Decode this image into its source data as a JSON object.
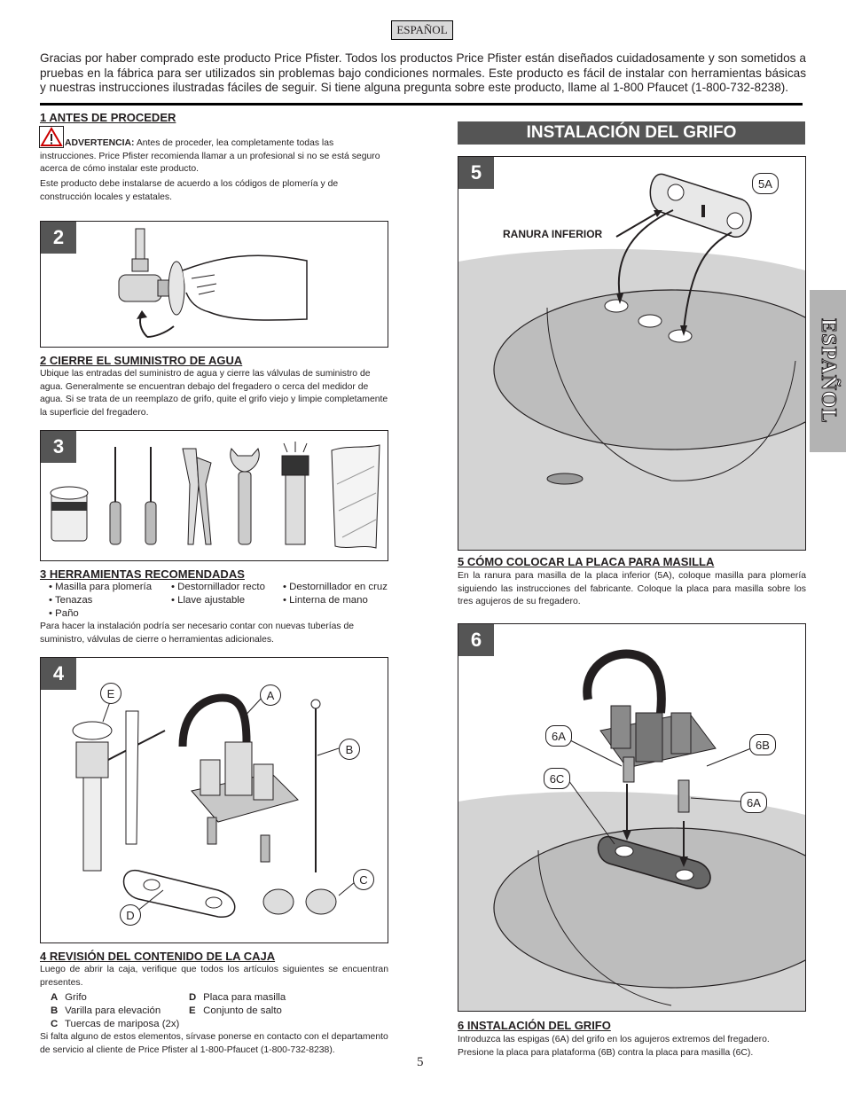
{
  "header": {
    "lang_tag": "ESPAÑOL"
  },
  "intro": "Gracias por haber comprado este producto Price Pfister. Todos los productos Price Pfister están diseñados cuidadosamente y son sometidos a pruebas en la fábrica para ser utilizados sin problemas bajo condiciones normales. Este producto es fácil de instalar con herramientas básicas y nuestras instrucciones ilustradas fáciles de seguir. Si tiene alguna pregunta sobre este producto, llame al 1-800 Pfaucet (1-800-732-8238).",
  "side_tab": "ESPAÑOL",
  "section1": {
    "title": "1  ANTES DE PROCEDER",
    "warning_label": "ADVERTENCIA:",
    "warning_text": " Antes de proceder, lea completamente todas las instrucciones. Price Pfister recomienda llamar a un profesional si no se está seguro acerca de cómo instalar este producto.",
    "code_text": "Este producto debe instalarse de acuerdo a los códigos de plomería y de construcción locales y estatales."
  },
  "section2": {
    "badge": "2",
    "title": "2  CIERRE EL SUMINISTRO DE AGUA",
    "text": "Ubique las entradas del suministro de agua y cierre las válvulas de suministro de agua. Generalmente se encuentran debajo del fregadero o cerca del medidor de agua. Si se trata de un reemplazo de grifo, quite el grifo viejo y limpie completamente la superficie del fregadero."
  },
  "section3": {
    "badge": "3",
    "title": "3  HERRAMIENTAS RECOMENDADAS",
    "tools": [
      [
        "• Masilla para plomería",
        "• Destornillador recto",
        "• Destornillador en cruz"
      ],
      [
        "• Tenazas",
        "• Llave ajustable",
        "• Linterna de mano"
      ],
      [
        "• Paño",
        "",
        ""
      ]
    ],
    "note": "Para hacer la instalación podría ser necesario contar con nuevas tuberías de suministro, válvulas de cierre o herramientas adicionales."
  },
  "section4": {
    "badge": "4",
    "title": "4  REVISIÓN DEL CONTENIDO DE LA CAJA",
    "text": "Luego de abrir la caja, verifique que todos los artículos siguientes se encuentran presentes.",
    "parts": [
      [
        {
          "k": "A",
          "v": "Grifo"
        },
        {
          "k": "D",
          "v": "Placa para masilla"
        }
      ],
      [
        {
          "k": "B",
          "v": "Varilla para elevación"
        },
        {
          "k": "E",
          "v": "Conjunto de salto"
        }
      ],
      [
        {
          "k": "C",
          "v": "Tuercas de mariposa (2x)"
        },
        {
          "k": "",
          "v": ""
        }
      ]
    ],
    "footer": "Si falta alguno de estos elementos, sírvase ponerse en contacto con el departamento de servicio al cliente de Price Pfister al 1-800-Pfaucet (1-800-732-8238).",
    "callouts": {
      "a": "A",
      "b": "B",
      "c": "C",
      "d": "D",
      "e": "E"
    }
  },
  "banner": "INSTALACIÓN DEL GRIFO",
  "section5": {
    "badge": "5",
    "title": "5  CÓMO COLOCAR LA PLACA PARA MASILLA",
    "text": "En la ranura para masilla de la placa inferior (5A), coloque masilla para plomería siguiendo las instrucciones del fabricante. Coloque la placa para masilla sobre los tres agujeros de su fregadero.",
    "callout_5a": "5A",
    "ranura": "RANURA INFERIOR"
  },
  "section6": {
    "badge": "6",
    "title": "6  INSTALACIÓN DEL GRIFO",
    "text": "Introduzca las espigas (6A) del grifo en los agujeros extremos del fregadero. Presione la placa para plataforma (6B) contra la placa para masilla (6C).",
    "callouts": {
      "a1": "6A",
      "b": "6B",
      "c": "6C",
      "a2": "6A"
    }
  },
  "page_number": "5"
}
